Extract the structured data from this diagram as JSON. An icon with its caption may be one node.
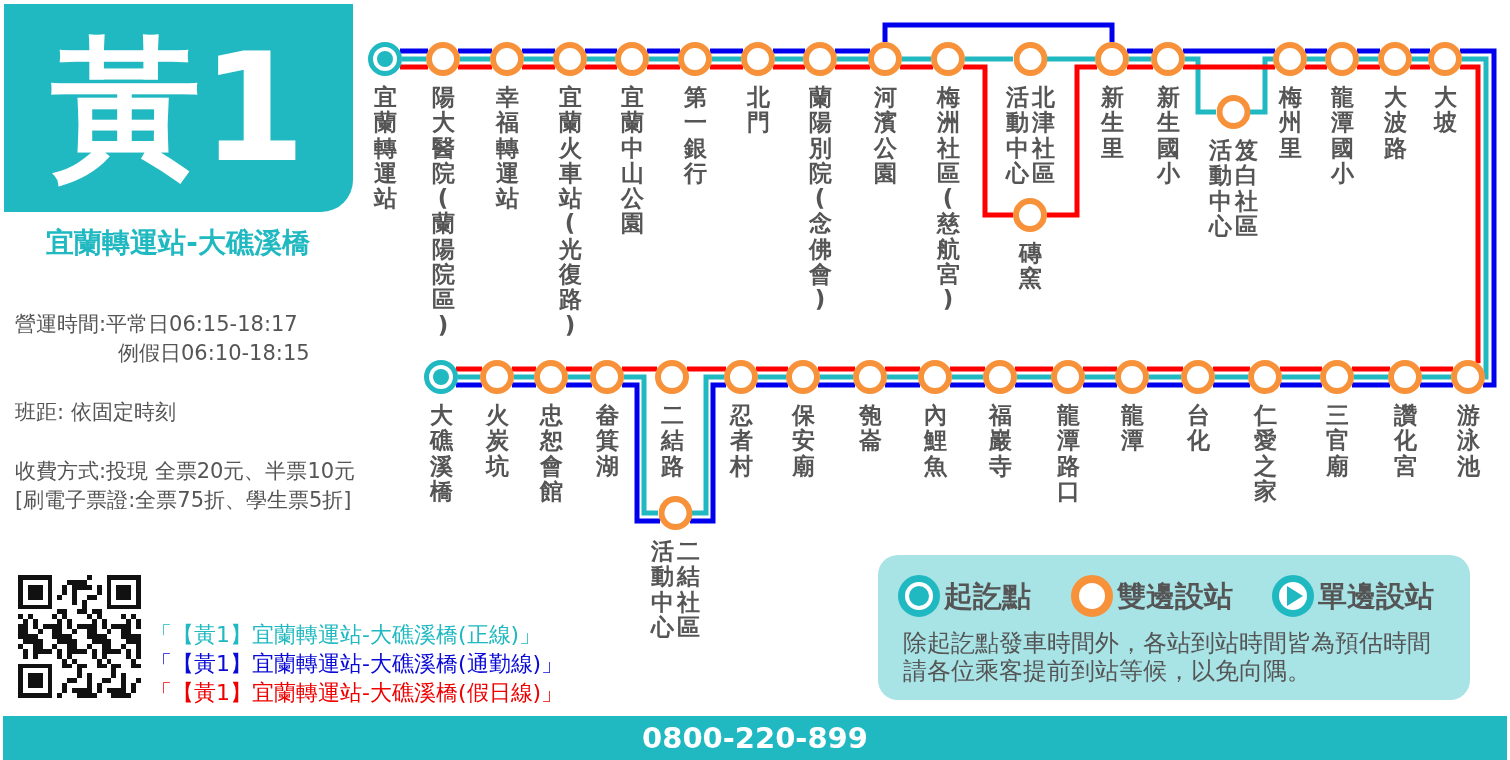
{
  "diagram": {
    "title": "黃1",
    "nodes": [
      {
        "text": [
          "宜蘭轉運站"
        ]
      },
      {
        "text": [
          "陽大醫院(蘭陽院區)"
        ]
      },
      {
        "text": [
          "幸福轉運站"
        ]
      },
      {
        "text": [
          "宜蘭火車站(光復路)"
        ]
      },
      {
        "text": [
          "宜蘭中山公園"
        ]
      },
      {
        "text": [
          "第一銀行"
        ]
      },
      {
        "text": [
          "北門"
        ]
      },
      {
        "text": [
          "蘭陽別院(念佛會)"
        ]
      },
      {
        "text": [
          "河濱公園"
        ]
      },
      {
        "text": [
          "梅洲社區(慈航宮)"
        ]
      },
      {
        "text": [
          "北津社區活動中心"
        ]
      },
      {
        "text": [
          "磚窯"
        ]
      },
      {
        "text": [
          "新生里"
        ]
      },
      {
        "text": [
          "新生國小"
        ]
      },
      {
        "text": [
          "笈白社區活動中心"
        ]
      },
      {
        "text": [
          "梅州里"
        ]
      },
      {
        "text": [
          "龍潭國小"
        ]
      },
      {
        "text": [
          "大波路"
        ]
      },
      {
        "text": [
          "大坡"
        ]
      },
      {
        "text": [
          "游泳池"
        ]
      },
      {
        "text": [
          "讚化宮"
        ]
      },
      {
        "text": [
          "三官廟"
        ]
      },
      {
        "text": [
          "仁愛之家"
        ]
      },
      {
        "text": [
          "台化"
        ]
      },
      {
        "text": [
          "龍潭"
        ]
      },
      {
        "text": [
          "龍潭路口"
        ]
      },
      {
        "text": [
          "福巖寺"
        ]
      },
      {
        "text": [
          "內鯉魚"
        ]
      },
      {
        "text": [
          "匏崙"
        ]
      },
      {
        "text": [
          "保安廟"
        ]
      },
      {
        "text": [
          "忍者村"
        ]
      },
      {
        "text": [
          "二結路"
        ]
      },
      {
        "text": [
          "二結社區活動中心"
        ]
      },
      {
        "text": [
          "畚箕湖"
        ]
      },
      {
        "text": [
          "忠恕會館"
        ]
      },
      {
        "text": [
          "火炭坑"
        ]
      },
      {
        "text": [
          "大礁溪橋"
        ]
      }
    ],
    "edges": [
      {
        "from": 0,
        "to": 1,
        "arrow": "none"
      },
      {
        "from": 1,
        "to": 2,
        "arrow": "none"
      },
      {
        "from": 2,
        "to": 3,
        "arrow": "none"
      },
      {
        "from": 3,
        "to": 4,
        "arrow": "none"
      },
      {
        "from": 4,
        "to": 5,
        "arrow": "none"
      },
      {
        "from": 5,
        "to": 6,
        "arrow": "none"
      },
      {
        "from": 6,
        "to": 7,
        "arrow": "none"
      },
      {
        "from": 7,
        "to": 8,
        "arrow": "none"
      },
      {
        "from": 8,
        "to": 9,
        "arrow": "none"
      },
      {
        "from": 9,
        "to": 10,
        "arrow": "none"
      },
      {
        "from": 10,
        "to": 12,
        "arrow": "none"
      },
      {
        "from": 12,
        "to": 13,
        "arrow": "none"
      },
      {
        "from": 13,
        "to": 14,
        "arrow": "none"
      },
      {
        "from": 14,
        "to": 15,
        "arrow": "none"
      },
      {
        "from": 15,
        "to": 16,
        "arrow": "none"
      },
      {
        "from": 16,
        "to": 17,
        "arrow": "none"
      },
      {
        "from": 17,
        "to": 18,
        "arrow": "none"
      },
      {
        "from": 18,
        "to": 19,
        "arrow": "none"
      },
      {
        "from": 19,
        "to": 20,
        "arrow": "none"
      },
      {
        "from": 20,
        "to": 21,
        "arrow": "none"
      },
      {
        "from": 21,
        "to": 22,
        "arrow": "none"
      },
      {
        "from": 22,
        "to": 23,
        "arrow": "none"
      },
      {
        "from": 23,
        "to": 24,
        "arrow": "none"
      },
      {
        "from": 24,
        "to": 25,
        "arrow": "none"
      },
      {
        "from": 25,
        "to": 26,
        "arrow": "none"
      },
      {
        "from": 26,
        "to": 27,
        "arrow": "none"
      },
      {
        "from": 27,
        "to": 28,
        "arrow": "none"
      },
      {
        "from": 28,
        "to": 29,
        "arrow": "none"
      },
      {
        "from": 29,
        "to": 30,
        "arrow": "none"
      },
      {
        "from": 30,
        "to": 32,
        "arrow": "none"
      },
      {
        "from": 32,
        "to": 33,
        "arrow": "none"
      },
      {
        "from": 33,
        "to": 34,
        "arrow": "none"
      },
      {
        "from": 34,
        "to": 35,
        "arrow": "none"
      },
      {
        "from": 35,
        "to": 36,
        "arrow": "none"
      },
      {
        "from": 0,
        "to": 1,
        "arrow": "none",
        "color": "#0000ee"
      },
      {
        "from": 1,
        "to": 2,
        "arrow": "none",
        "color": "#0000ee"
      },
      {
        "from": 2,
        "to": 3,
        "arrow": "none",
        "color": "#0000ee"
      },
      {
        "from": 3,
        "to": 4,
        "arrow": "none",
        "color": "#0000ee"
      },
      {
        "from": 4,
        "to": 5,
        "arrow": "none",
        "color": "#0000ee"
      },
      {
        "from": 5,
        "to": 6,
        "arrow": "none",
        "color": "#0000ee"
      },
      {
        "from": 6,
        "to": 7,
        "arrow": "none",
        "color": "#0000ee"
      },
      {
        "from": 7,
        "to": 8,
        "arrow": "none",
        "color": "#0000ee"
      },
      {
        "from": 8,
        "to": 12,
        "arrow": "none",
        "color": "#0000ee"
      },
      {
        "from": 12,
        "to": 13,
        "arrow": "none",
        "color": "#0000ee"
      },
      {
        "from": 13,
        "to": 15,
        "arrow": "none",
        "color": "#0000ee"
      },
      {
        "from": 15,
        "to": 16,
        "arrow": "none",
        "color": "#0000ee"
      },
      {
        "from": 16,
        "to": 17,
        "arrow": "none",
        "color": "#0000ee"
      },
      {
        "from": 17,
        "to": 18,
        "arrow": "none",
        "color": "#0000ee"
      },
      {
        "from": 18,
        "to": 19,
        "arrow": "none",
        "color": "#0000ee"
      },
      {
        "from": 19,
        "to": 20,
        "arrow": "none",
        "color": "#0000ee"
      },
      {
        "from": 20,
        "to": 21,
        "arrow": "none",
        "color": "#0000ee"
      },
      {
        "from": 21,
        "to": 22,
        "arrow": "none",
        "color": "#0000ee"
      },
      {
        "from": 22,
        "to": 23,
        "arrow": "none",
        "color": "#0000ee"
      },
      {
        "from": 23,
        "to": 24,
        "arrow": "none",
        "color": "#0000ee"
      },
      {
        "from": 24,
        "to": 25,
        "arrow": "none",
        "color": "#0000ee"
      },
      {
        "from": 25,
        "to": 26,
        "arrow": "none",
        "color": "#0000ee"
      },
      {
        "from": 26,
        "to": 27,
        "arrow": "none",
        "color": "#0000ee"
      },
      {
        "from": 27,
        "to": 28,
        "arrow": "none",
        "color": "#0000ee"
      },
      {
        "from": 28,
        "to": 29,
        "arrow": "none",
        "color": "#0000ee"
      },
      {
        "from": 29,
        "to": 30,
        "arrow": "none",
        "color": "#0000ee"
      },
      {
        "from": 30,
        "to": 32,
        "arrow": "none",
        "color": "#0000ee"
      },
      {
        "from": 32,
        "to": 33,
        "arrow": "none",
        "color": "#0000ee"
      },
      {
        "from": 33,
        "to": 34,
        "arrow": "none",
        "color": "#0000ee"
      },
      {
        "from": 34,
        "to": 35,
        "arrow": "none",
        "color": "#0000ee"
      },
      {
        "from": 35,
        "to": 36,
        "arrow": "none",
        "color": "#0000ee"
      },
      {
        "from": 0,
        "to": 1,
        "arrow": "none",
        "color": "#ff0000"
      },
      {
        "from": 1,
        "to": 2,
        "arrow": "none",
        "color": "#ff0000"
      },
      {
        "from": 2,
        "to": 3,
        "arrow": "none",
        "color": "#ff0000"
      },
      {
        "from": 3,
        "to": 4,
        "arrow": "none",
        "color": "#ff0000"
      },
      {
        "from": 4,
        "to": 5,
        "arrow": "none",
        "color": "#ff0000"
      },
      {
        "from": 5,
        "to": 6,
        "arrow": "none",
        "color": "#ff0000"
      },
      {
        "from": 6,
        "to": 7,
        "arrow": "none",
        "color": "#ff0000"
      },
      {
        "from": 7,
        "to": 8,
        "arrow": "none",
        "color": "#ff0000"
      },
      {
        "from": 8,
        "to": 9,
        "arrow": "none",
        "color": "#ff0000"
      },
      {
        "from": 9,
        "to": 11,
        "arrow": "none",
        "color": "#ff0000"
      },
      {
        "from": 11,
        "to": 12,
        "arrow": "none",
        "color": "#ff0000"
      },
      {
        "from": 12,
        "to": 13,
        "arrow": "none",
        "color": "#ff0000"
      },
      {
        "from": 13,
        "to": 15,
        "arrow": "none",
        "color": "#ff0000"
      },
      {
        "from": 15,
        "to": 16,
        "arrow": "none",
        "color": "#ff0000"
      },
      {
        "from": 16,
        "to": 17,
        "arrow": "none",
        "color": "#ff0000"
      },
      {
        "from": 17,
        "to": 18,
        "arrow": "none",
        "color": "#ff0000"
      },
      {
        "from": 18,
        "to": 19,
        "arrow": "none",
        "color": "#ff0000"
      },
      {
        "from": 19,
        "to": 20,
        "arrow": "none",
        "color": "#ff0000"
      },
      {
        "from": 20,
        "to": 21,
        "arrow": "none",
        "color": "#ff0000"
      },
      {
        "from": 21,
        "to": 22,
        "arrow": "none",
        "color": "#ff0000"
      },
      {
        "from": 22,
        "to": 23,
        "arrow": "none",
        "color": "#ff0000"
      },
      {
        "from": 23,
        "to": 24,
        "arrow": "none",
        "color": "#ff0000"
      },
      {
        "from": 24,
        "to": 25,
        "arrow": "none",
        "color": "#ff0000"
      },
      {
        "from": 25,
        "to": 26,
        "arrow": "none",
        "color": "#ff0000"
      },
      {
        "from": 26,
        "to": 27,
        "arrow": "none",
        "color": "#ff0000"
      },
      {
        "from": 27,
        "to": 28,
        "arrow": "none",
        "color": "#ff0000"
      },
      {
        "from": 28,
        "to": 29,
        "arrow": "none",
        "color": "#ff0000"
      },
      {
        "from": 29,
        "to": 30,
        "arrow": "none",
        "color": "#ff0000"
      },
      {
        "from": 30,
        "to": 31,
        "arrow": "none",
        "color": "#ff0000"
      },
      {
        "from": 31,
        "to": 33,
        "arrow": "none",
        "color": "#ff0000"
      },
      {
        "from": 33,
        "to": 34,
        "arrow": "none",
        "color": "#ff0000"
      },
      {
        "from": 34,
        "to": 35,
        "arrow": "none",
        "color": "#ff0000"
      },
      {
        "from": 35,
        "to": 36,
        "arrow": "none",
        "color": "#ff0000"
      }
    ],
    "labels": [
      "宜蘭轉運站-大礁溪橋",
      "營運時間:平常日06:15-18:17",
      "例假日06:10-18:15",
      "班距: 依固定時刻",
      "收費方式:投現 全票20元、半票10元",
      "[刷電子票證:全票75折、學生票5折]",
      "「【黃1】宜蘭轉運站-大礁溪橋(正線)」",
      "「【黃1】宜蘭轉運站-大礁溪橋(通勤線)」",
      "「【黃1】宜蘭轉運站-大礁溪橋(假日線)」",
      "除起訖點發車時間外，各站到站時間皆為預估時間請各位乘客提前到站等候，以免向隅。",
      "0800-220-899"
    ],
    "legend": [
      {
        "text": "起訖點"
      },
      {
        "text": "雙邊設站"
      },
      {
        "text": "單邊設站"
      }
    ]
  }
}
